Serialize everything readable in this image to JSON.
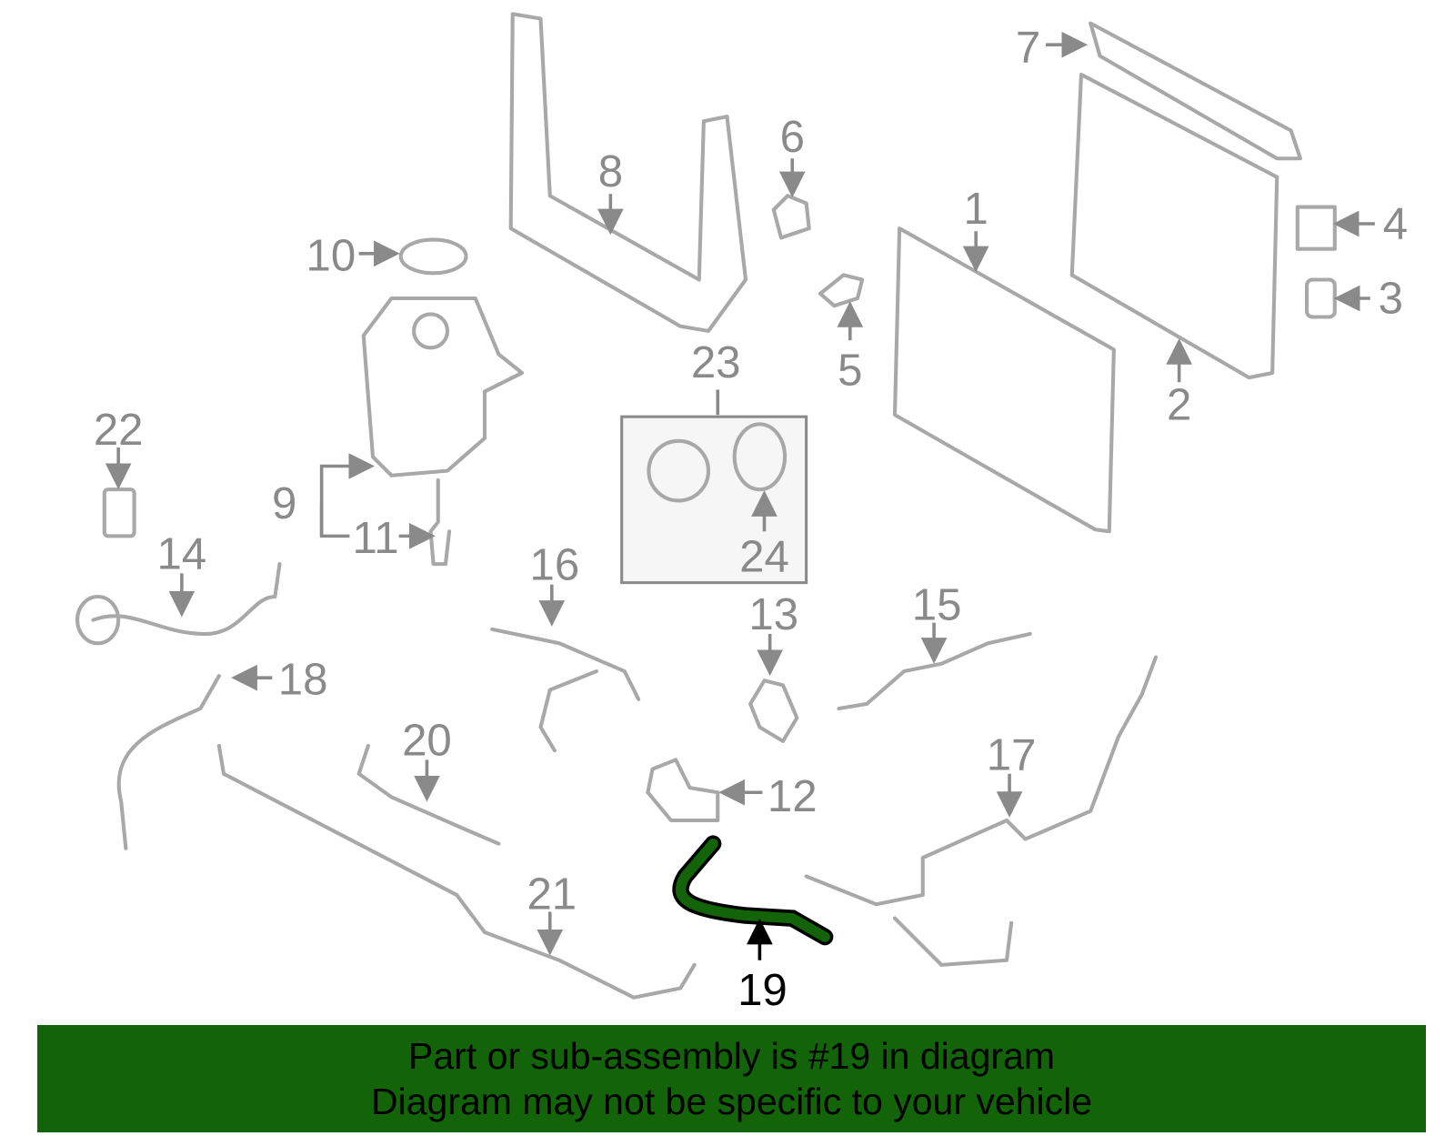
{
  "diagram": {
    "labels": [
      "1",
      "2",
      "3",
      "4",
      "5",
      "6",
      "7",
      "8",
      "9",
      "10",
      "11",
      "12",
      "13",
      "14",
      "15",
      "16",
      "17",
      "18",
      "19",
      "20",
      "21",
      "22",
      "23",
      "24"
    ],
    "highlighted_part": "19",
    "highlight_color": "#136308"
  },
  "banner": {
    "line1": "Part or sub-assembly is #19 in diagram",
    "line2": "Diagram may not be specific to your vehicle",
    "color": "#136308"
  }
}
